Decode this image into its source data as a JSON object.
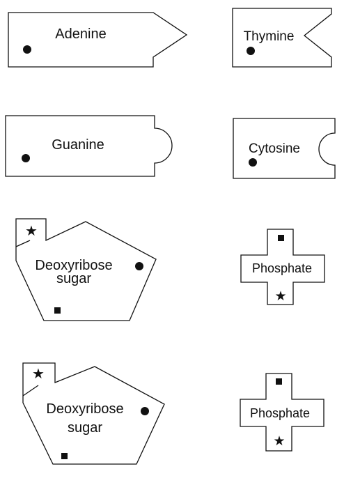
{
  "pieces": {
    "adenine": {
      "label": "Adenine"
    },
    "thymine": {
      "label": "Thymine"
    },
    "guanine": {
      "label": "Guanine"
    },
    "cytosine": {
      "label": "Cytosine"
    },
    "sugar1": {
      "line1": "Deoxyribose",
      "line2": "sugar"
    },
    "sugar2": {
      "line1": "Deoxyribose",
      "line2": "sugar"
    },
    "phosphate1": {
      "label": "Phosphate"
    },
    "phosphate2": {
      "label": "Phosphate"
    }
  },
  "symbols": {
    "star": "★"
  }
}
